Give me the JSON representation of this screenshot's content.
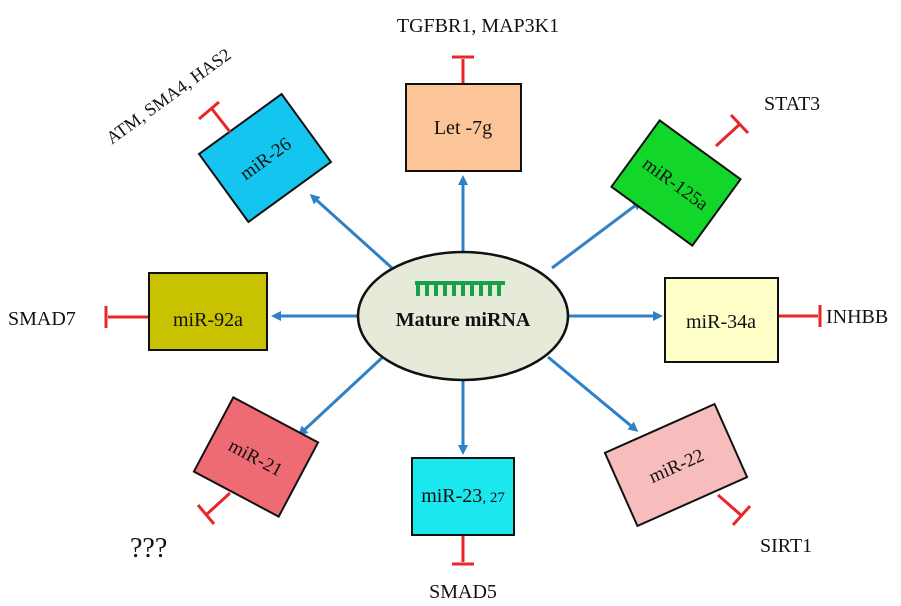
{
  "center": {
    "label": "Mature miRNA",
    "fill": "#e6ebd9",
    "icon": "mirna-comb-icon",
    "icon_color": "#17a04a"
  },
  "arrow_color": "#2f80c4",
  "inhibit_color": "#e8262a",
  "nodes": {
    "let7g": {
      "label": "Let -7g",
      "fill": "#fbc597",
      "targets": "TGFBR1, MAP3K1"
    },
    "mir26": {
      "label": "miR-26",
      "fill": "#14c6ef",
      "targets": "ATM, SMA4, HAS2"
    },
    "mir125a": {
      "label": "miR-125a",
      "fill": "#12d72a",
      "targets": "STAT3"
    },
    "mir92a": {
      "label": "miR-92a",
      "fill": "#c9c200",
      "targets": "SMAD7"
    },
    "mir34a": {
      "label": "miR-34a",
      "fill": "#ffffc8",
      "targets": "INHBB"
    },
    "mir21": {
      "label": "miR-21",
      "fill": "#ef6b73",
      "targets": "???"
    },
    "mir2327": {
      "label": "miR-23",
      "label_suffix": ", 27",
      "fill": "#1be7ef",
      "targets": "SMAD5"
    },
    "mir22": {
      "label": "miR-22",
      "fill": "#f7bcbc",
      "targets": "SIRT1"
    }
  }
}
